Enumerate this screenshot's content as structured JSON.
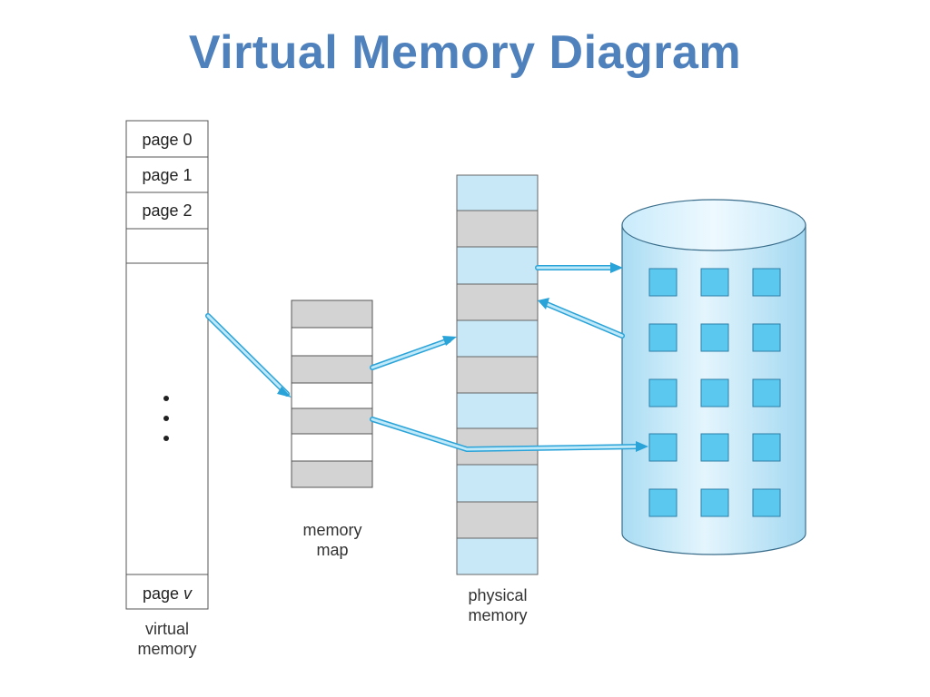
{
  "title": "Virtual Memory Diagram",
  "virtual_memory": {
    "pages": [
      "page 0",
      "page 1",
      "page 2"
    ],
    "last_page_prefix": "page ",
    "last_page_var": "v",
    "caption_line1": "virtual",
    "caption_line2": "memory"
  },
  "memory_map": {
    "caption_line1": "memory",
    "caption_line2": "map"
  },
  "physical_memory": {
    "caption_line1": "physical",
    "caption_line2": "memory"
  },
  "colors": {
    "title": "#4f81bd",
    "frame_gray": "#d0d0d0",
    "frame_light_blue": "#c8e8f8",
    "disk_block": "#5bc8f0",
    "arrow": "#4cb8e0"
  }
}
